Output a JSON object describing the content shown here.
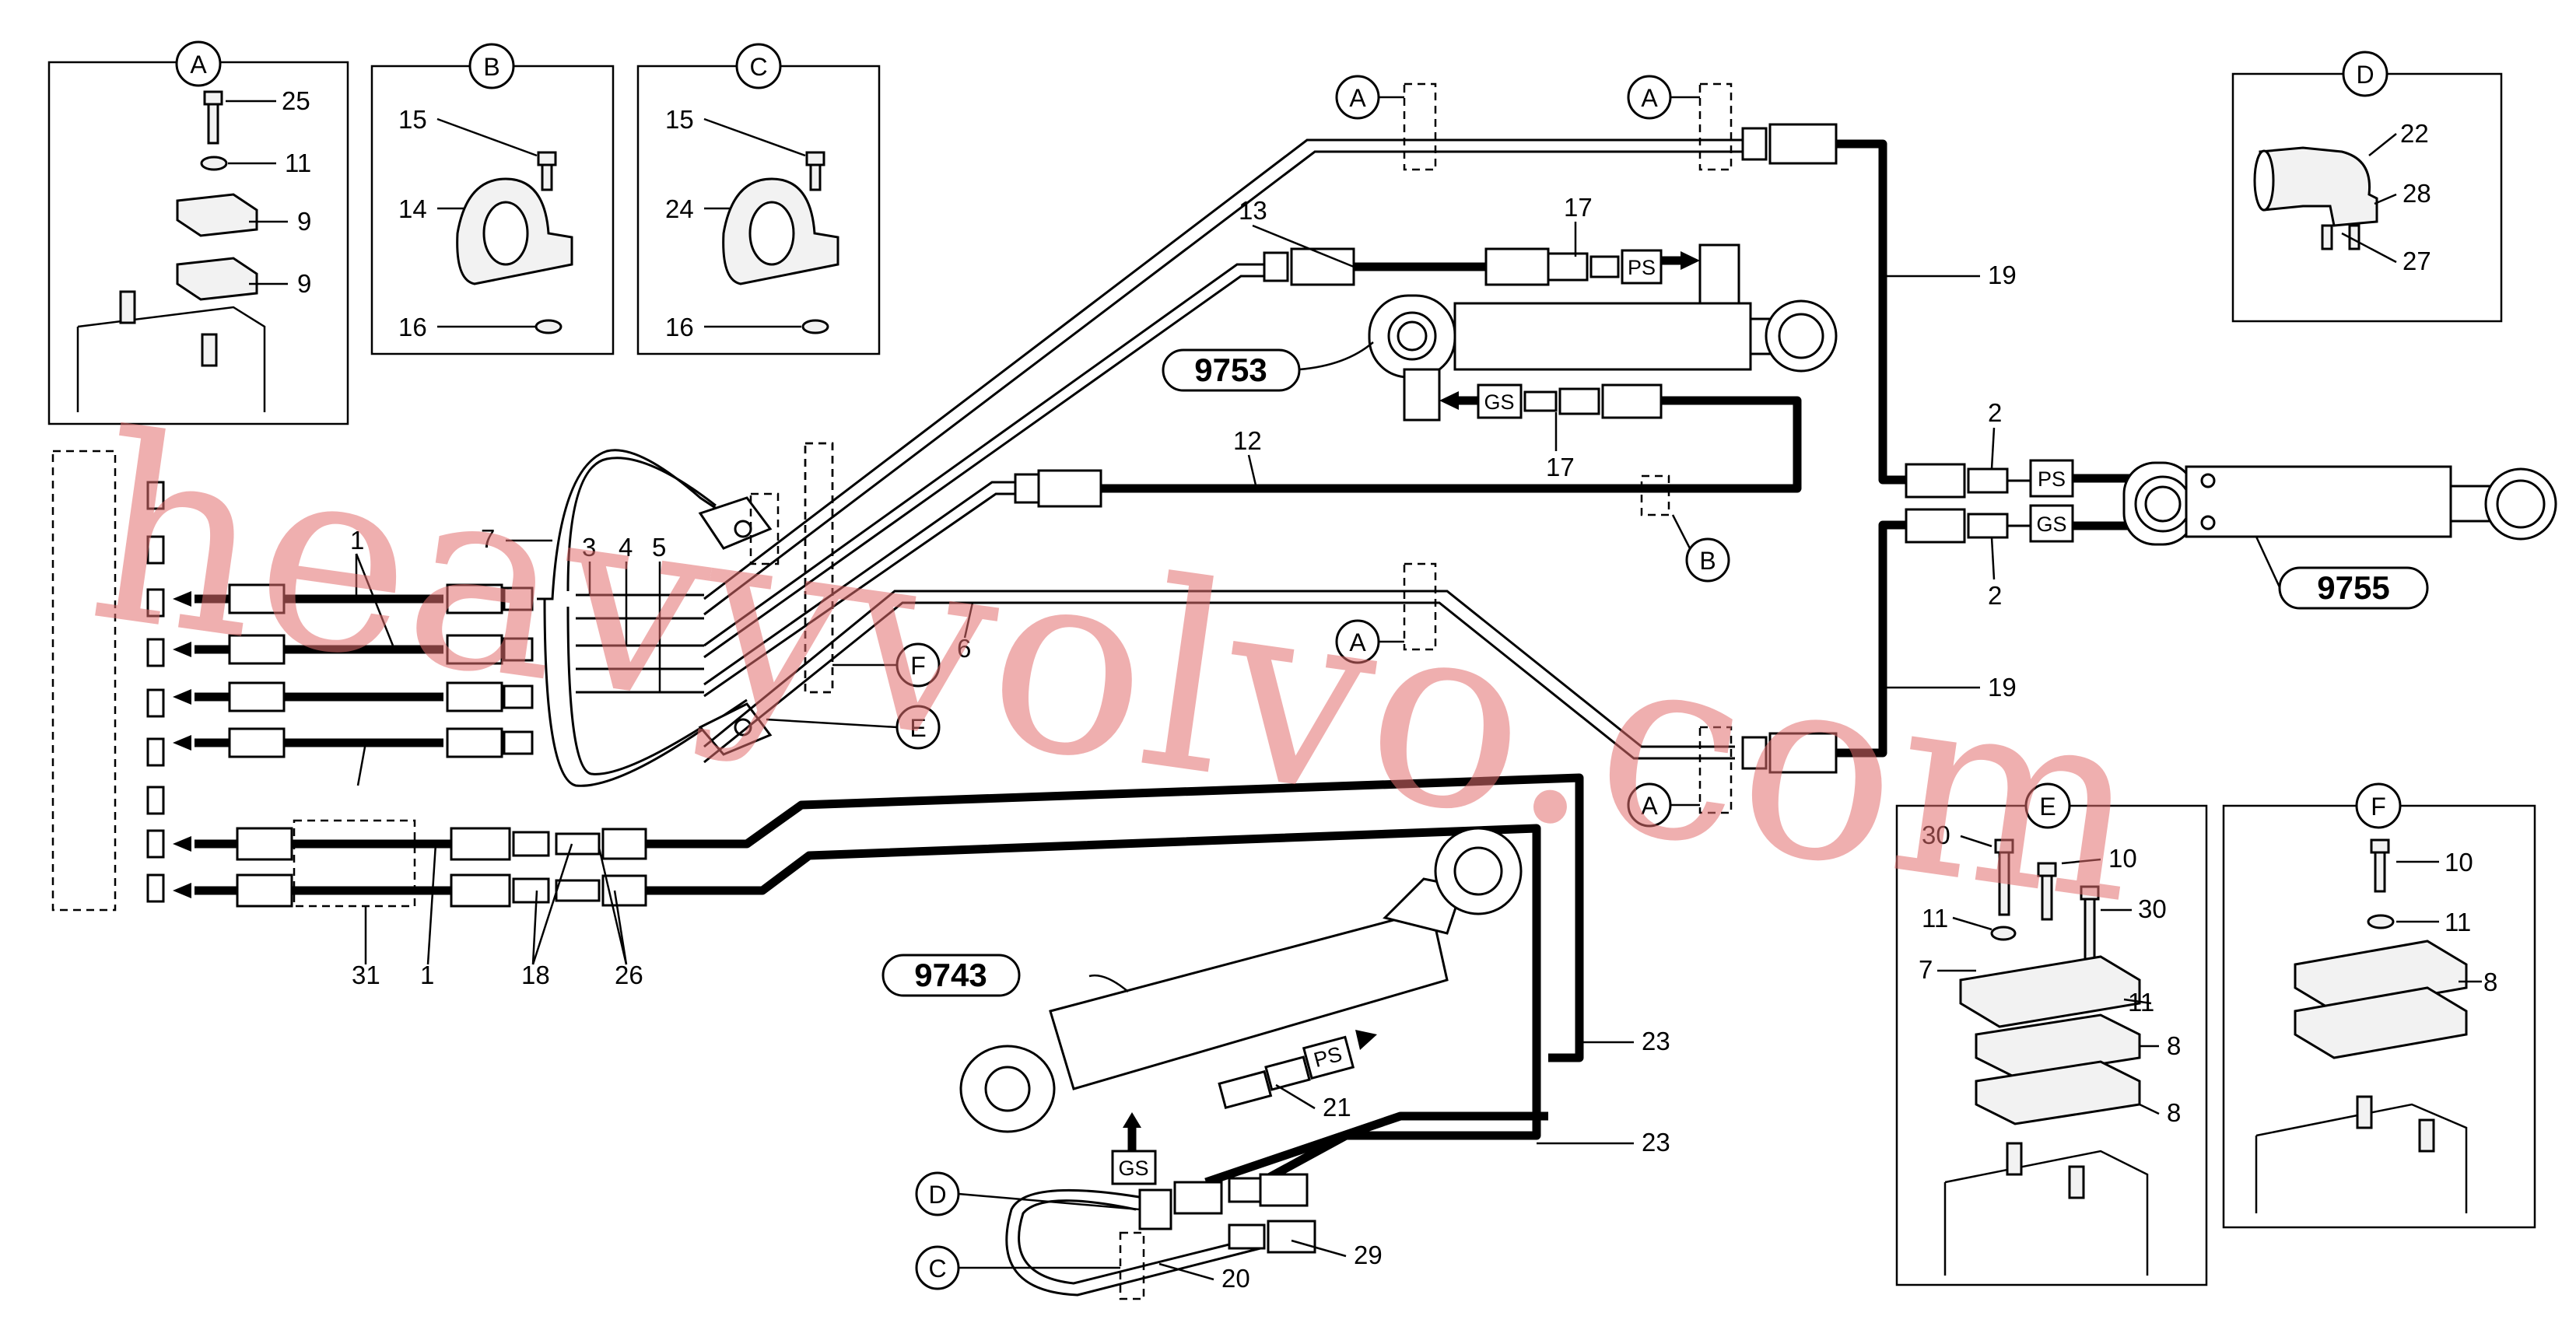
{
  "inset_a": {
    "letter": "A",
    "labels": [
      "25",
      "11",
      "9",
      "9"
    ]
  },
  "inset_b": {
    "letter": "B",
    "labels": [
      "15",
      "14",
      "16"
    ]
  },
  "inset_c": {
    "letter": "C",
    "labels": [
      "15",
      "24",
      "16"
    ]
  },
  "inset_d": {
    "letter": "D",
    "labels": [
      "22",
      "28",
      "27"
    ]
  },
  "inset_e": {
    "letter": "E",
    "labels": [
      "30",
      "10",
      "11",
      "30",
      "7",
      "11",
      "8",
      "8"
    ]
  },
  "inset_f": {
    "letter": "F",
    "labels": [
      "10",
      "11",
      "8"
    ]
  },
  "main": {
    "cylinders": [
      "9753",
      "9755",
      "9743"
    ],
    "sensors": {
      "ps": "PS",
      "gs": "GS"
    },
    "callouts": {
      "a": "A",
      "b": "B",
      "c": "C",
      "d": "D",
      "e": "E",
      "f": "F"
    },
    "numbers": {
      "n1": "1",
      "n2": "2",
      "n3": "3",
      "n4": "4",
      "n5": "5",
      "n6": "6",
      "n7": "7",
      "n12": "12",
      "n13": "13",
      "n17": "17",
      "n18": "18",
      "n19": "19",
      "n20": "20",
      "n21": "21",
      "n23": "23",
      "n26": "26",
      "n29": "29",
      "n31": "31"
    }
  },
  "watermark": "heavyvolvo.com"
}
